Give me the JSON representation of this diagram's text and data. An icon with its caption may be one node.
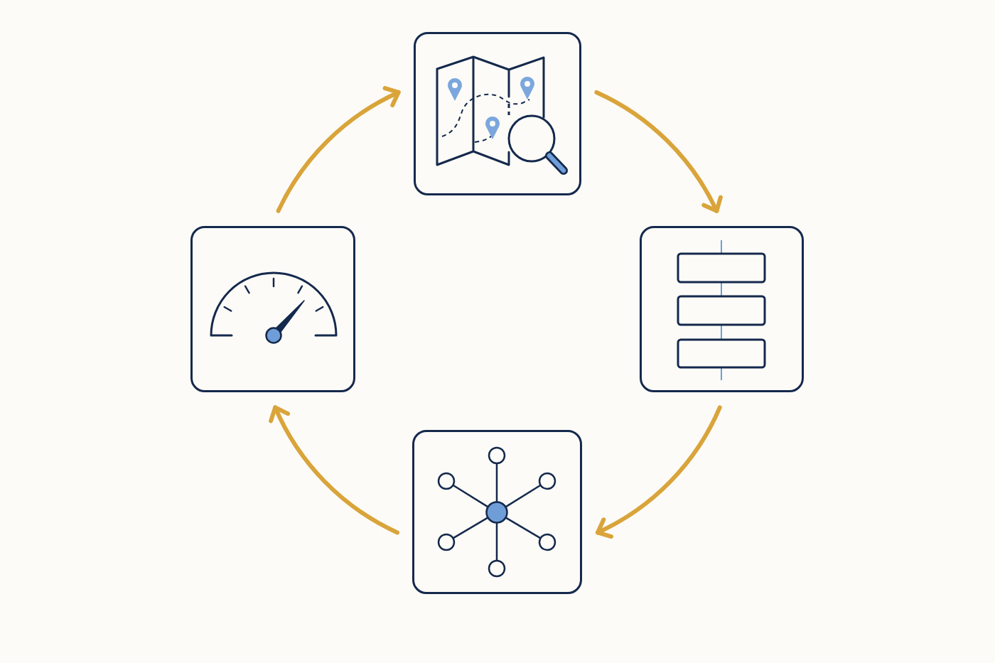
{
  "diagram": {
    "nodes": [
      {
        "text": [],
        "shape": "picture"
      },
      {
        "text": [],
        "shape": "picture"
      },
      {
        "text": [],
        "shape": "picture"
      },
      {
        "text": [],
        "shape": "picture"
      }
    ],
    "edges": [
      {
        "from": 0,
        "to": 2,
        "arrow": "to"
      },
      {
        "from": 2,
        "to": 3,
        "arrow": "to"
      },
      {
        "from": 3,
        "to": 1,
        "arrow": "to"
      },
      {
        "from": 1,
        "to": 0,
        "arrow": "to"
      }
    ]
  }
}
